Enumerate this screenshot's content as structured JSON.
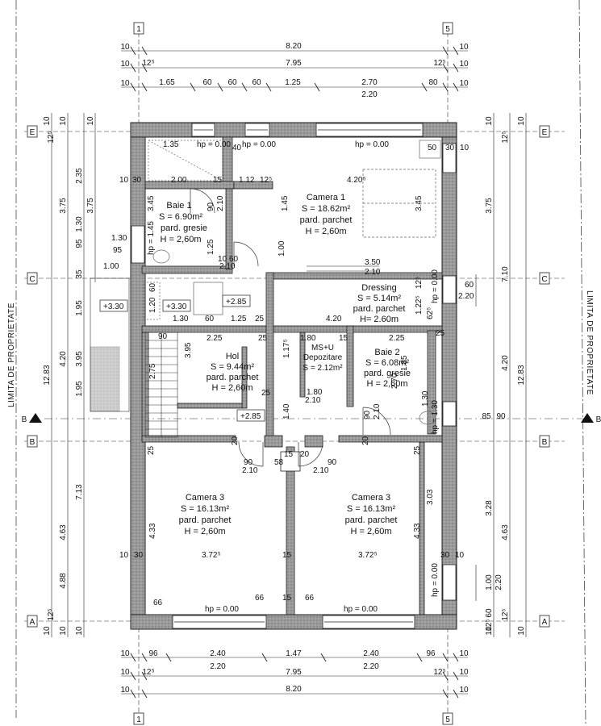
{
  "axes": {
    "top": [
      "1",
      "5"
    ],
    "bottom": [
      "1",
      "5"
    ],
    "left": [
      "E",
      "C",
      "B",
      "A"
    ],
    "right": [
      "E",
      "C",
      "B",
      "A"
    ],
    "section_mark": "B"
  },
  "side_labels": {
    "left": "LIMITA DE PROPRIETATE",
    "right": "LIMITA DE PROPRIETATE"
  },
  "dims_top": {
    "row1": [
      "10",
      "8.20",
      "10"
    ],
    "row2": [
      "10",
      "12⁵",
      "7.95",
      "12⁵",
      "10"
    ],
    "row3": [
      "10",
      "1.65",
      "60",
      "60",
      "60",
      "1.25",
      "2.70",
      "80",
      "10"
    ],
    "row3b": [
      "2.20"
    ]
  },
  "dims_bottom": {
    "row1": [
      "10",
      "96",
      "2.40",
      "1.47",
      "2.40",
      "96",
      "10"
    ],
    "row1b": [
      "2.20",
      "2.20"
    ],
    "row2": [
      "10",
      "12⁵",
      "7.95",
      "12⁵",
      "10"
    ],
    "row3": [
      "10",
      "8.20",
      "10"
    ]
  },
  "dims_left": {
    "outer": [
      "10",
      "12.83",
      "10"
    ],
    "mid": [
      "10",
      "3.75",
      "4.20",
      "4.63",
      "10"
    ],
    "inner": [
      "12⁵",
      "2.35",
      "1.30",
      "95",
      "35",
      "1.95",
      "3.95",
      "1.95",
      "7.13",
      "4.88",
      "12⁵"
    ],
    "innermost": [
      "10",
      "3.75",
      "10"
    ]
  },
  "dims_right": {
    "outer": [
      "10",
      "12.83",
      "10"
    ],
    "mid": [
      "10",
      "3.75",
      "7.10",
      "4.20",
      "4.63",
      "10"
    ],
    "inner": [
      "12⁵",
      "12⁵",
      "85",
      "90",
      "3.28",
      "1.00",
      "2.20",
      "60",
      "12⁵"
    ]
  },
  "rooms": [
    {
      "lines": [
        "Baie 1",
        "S = 6.90m²",
        "pard. gresie",
        "H = 2,60m"
      ]
    },
    {
      "lines": [
        "Camera 1",
        "S = 18.62m²",
        "pard. parchet",
        "H = 2,60m"
      ]
    },
    {
      "lines": [
        "Dressing",
        "S = 5.14m²",
        "pard. parchet",
        "H= 2.60m"
      ]
    },
    {
      "lines": [
        "Hol",
        "S = 9.44m²",
        "pard. parchet",
        "H = 2,60m"
      ]
    },
    {
      "lines": [
        "MS+U",
        "Depozitare",
        "S = 2.12m²"
      ]
    },
    {
      "lines": [
        "Baie 2",
        "S = 6.08m²",
        "pard. gresie",
        "H = 2,60m"
      ]
    },
    {
      "lines": [
        "Camera 3",
        "S = 16.13m²",
        "pard. parchet",
        "H = 2,60m"
      ]
    },
    {
      "lines": [
        "Camera 3",
        "S = 16.13m²",
        "pard. parchet",
        "H = 2,60m"
      ]
    }
  ],
  "levels": [
    "+3.30",
    "+3.30",
    "+2.85",
    "+2.85"
  ],
  "interior_dims": [
    "1.35",
    "hp = 0.00",
    "40",
    "hp = 0.00",
    "hp = 0.00",
    "50",
    "30",
    "10",
    "10",
    "30",
    "2.00",
    "15",
    "1.12",
    "12⁵",
    "4.20⁵",
    "3.45",
    "1.45",
    "3.45",
    "90",
    "2.10",
    "1.30",
    "95",
    "hp = 1.45",
    "1.25",
    "10",
    "60",
    "1.00",
    "2.10",
    "1.00",
    "3.50",
    "2.10",
    "12⁵",
    "hp = 0.00",
    "60",
    "2.20",
    "1.20",
    "60",
    "1.30",
    "60",
    "1.25",
    "25",
    "4.20",
    "1.22⁵",
    "62⁵",
    "25",
    "90",
    "2.25",
    "25",
    "1.80",
    "15",
    "2.25",
    "2.75",
    "3.95",
    "1.17⁵",
    "1.85",
    "2.70",
    "25",
    "1.80",
    "2.10",
    "1.40",
    "90",
    "2.10",
    "1.30",
    "hp = 1.30",
    "25",
    "20",
    "20",
    "25",
    "90",
    "58",
    "15",
    "20",
    "90",
    "2.10",
    "2.10",
    "4.33",
    "3.03",
    "4.33",
    "10",
    "30",
    "3.72⁵",
    "15",
    "3.72⁵",
    "30",
    "10",
    "hp = 0.00",
    "66",
    "66",
    "15",
    "66",
    "hp = 0.00",
    "hp = 0.00"
  ]
}
